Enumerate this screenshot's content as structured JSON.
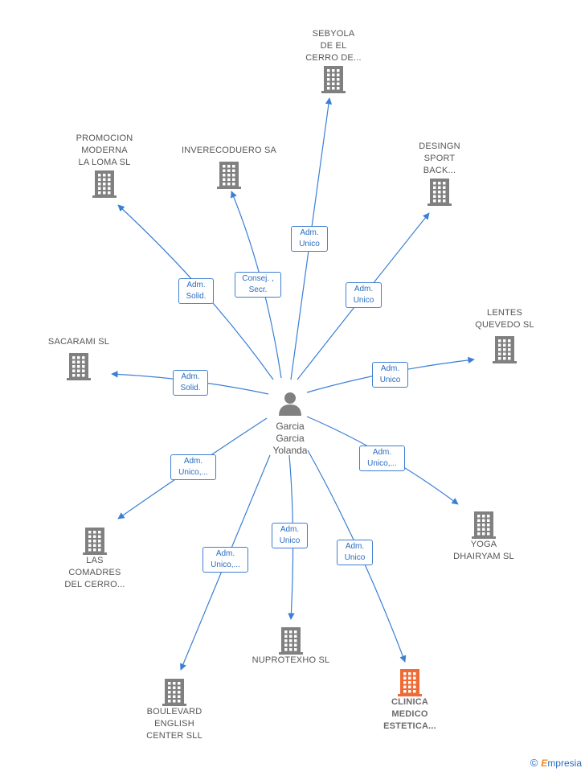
{
  "center": {
    "name": "Garcia\nGarcia\nYolanda",
    "icon": "person-icon"
  },
  "companies": [
    {
      "id": "sebyola",
      "name": "SEBYOLA\nDE EL\nCERRO DE...",
      "role": "Adm.\nUnico",
      "highlight": false
    },
    {
      "id": "promocion",
      "name": "PROMOCION\nMODERNA\nLA LOMA SL",
      "role": "Adm.\nSolid.",
      "highlight": false
    },
    {
      "id": "inverecoduero",
      "name": "INVERECODUERO SA",
      "role": "Consej. ,\nSecr.",
      "highlight": false
    },
    {
      "id": "desingn",
      "name": "DESINGN\nSPORT\nBACK...",
      "role": "Adm.\nUnico",
      "highlight": false
    },
    {
      "id": "lentes",
      "name": "LENTES\nQUEVEDO  SL",
      "role": "Adm.\nUnico",
      "highlight": false
    },
    {
      "id": "sacarami",
      "name": "SACARAMI  SL",
      "role": "Adm.\nSolid.",
      "highlight": false
    },
    {
      "id": "comadres",
      "name": "LAS\nCOMADRES\nDEL CERRO...",
      "role": "Adm.\nUnico,...",
      "highlight": false
    },
    {
      "id": "yoga",
      "name": "YOGA\nDHAIRYAM  SL",
      "role": "Adm.\nUnico,...",
      "highlight": false
    },
    {
      "id": "nuprotexho",
      "name": "NUPROTEXHO SL",
      "role": "Adm.\nUnico",
      "highlight": false
    },
    {
      "id": "boulevard",
      "name": "BOULEVARD\nENGLISH\nCENTER SLL",
      "role": "Adm.\nUnico,...",
      "highlight": false
    },
    {
      "id": "clinica",
      "name": "CLINICA\nMEDICO\nESTETICA...",
      "role": "Adm.\nUnico",
      "highlight": true
    }
  ],
  "colors": {
    "edge": "#3a7fd5",
    "building": "#808080",
    "highlight": "#f06a35"
  },
  "brand": {
    "copyright": "©",
    "initial": "E",
    "rest": "mpresia"
  }
}
